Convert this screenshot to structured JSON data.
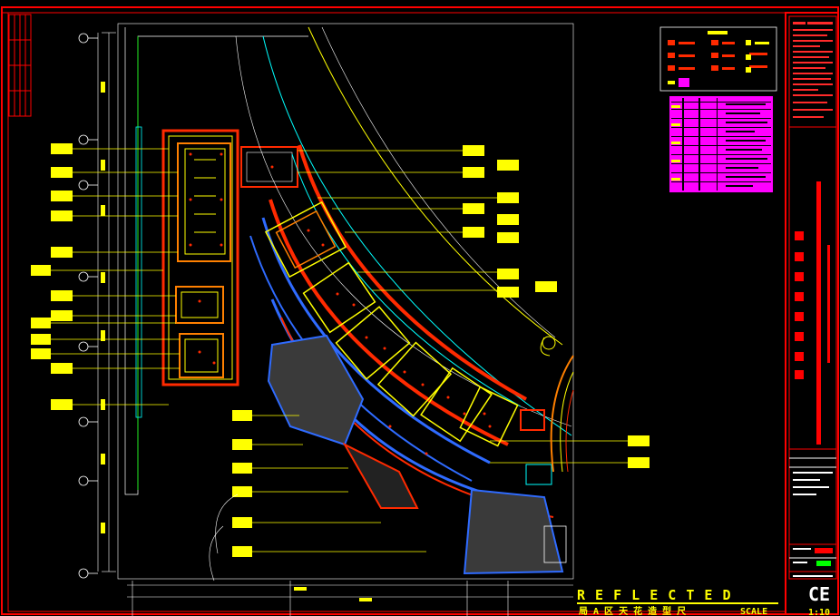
{
  "drawing": {
    "title_word": "R E F L E C T E D",
    "subtitle_cn": "局 A 区 天 花 造 型 尺",
    "scale_label": "SCALE",
    "scale_value": "1:10",
    "sheet_code": "CE"
  },
  "colors": {
    "background": "#000000",
    "frame": "#ff0000",
    "linework": "#ffff00",
    "walls": "#ff2a00",
    "glass": "#00ffff",
    "structure": "#2f6bff",
    "legend_table": "#ff00ff",
    "neutral": "#ffffff",
    "green": "#00ff00"
  }
}
